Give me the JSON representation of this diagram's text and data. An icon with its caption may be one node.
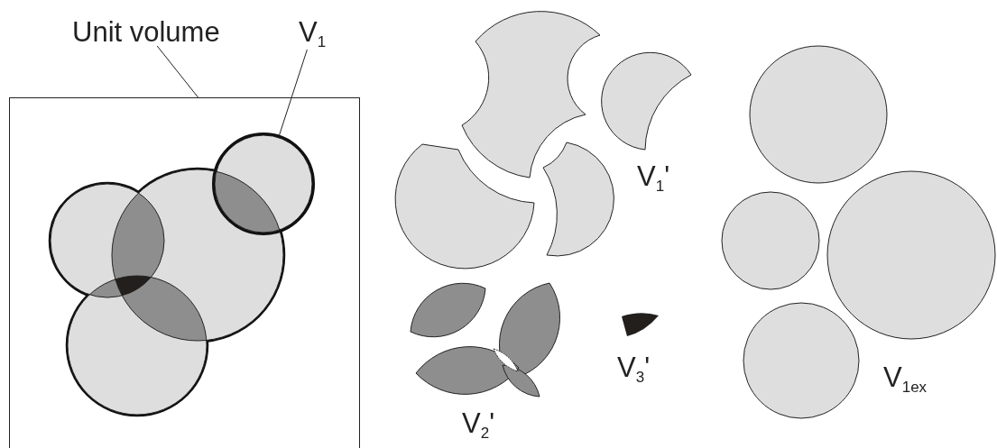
{
  "diagram": {
    "nodes": [
      {
        "text": [
          "Unit volume"
        ]
      },
      {
        "text": [],
        "shape": "box"
      },
      {
        "text": [
          "V$_{1}$"
        ]
      },
      {
        "text": [],
        "shape": "circle",
        "in": 1
      }
    ],
    "edges": [
      {
        "from": 0,
        "to": 1,
        "arrow": "none"
      },
      {
        "from": 2,
        "to": 3,
        "arrow": "none"
      }
    ],
    "labels": [
      "V$_{1}$'",
      "V$_{3}$'",
      "V$_{1ex}$",
      "V$_{2}$'"
    ]
  }
}
